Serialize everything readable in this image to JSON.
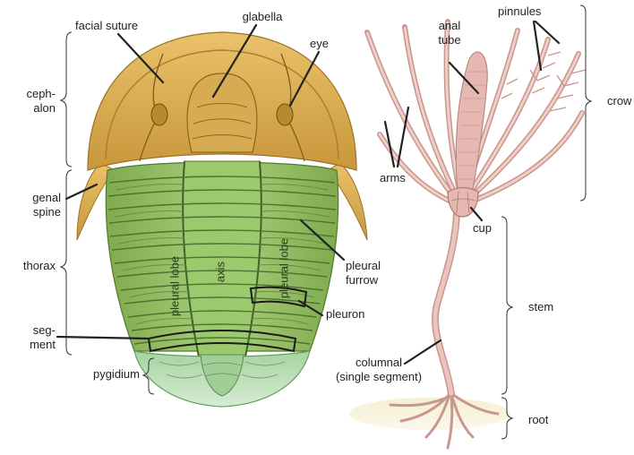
{
  "colors": {
    "cephalon": "#e2b85a",
    "cephalon_dark": "#b88a2e",
    "thorax": "#9cc36a",
    "thorax_dark": "#4f7a32",
    "pygidium": "#b9dcb4",
    "crinoid": "#e7b8b1",
    "crinoid_dark": "#b98880",
    "line": "#222222"
  },
  "trilobite": {
    "labels": {
      "facial_suture": "facial suture",
      "glabella": "glabella",
      "eye": "eye",
      "cephalon_1": "ceph-",
      "cephalon_2": "alon",
      "genal_spine_1": "genal",
      "genal_spine_2": "spine",
      "thorax": "thorax",
      "segment_1": "seg-",
      "segment_2": "ment",
      "pygidium": "pygidium",
      "pleural_lobe_left": "pleural lobe",
      "axis": "axis",
      "pleural_lobe_right": "pleural lobe",
      "pleural_furrow_1": "pleural",
      "pleural_furrow_2": "furrow",
      "pleuron": "pleuron"
    }
  },
  "crinoid": {
    "labels": {
      "anal_tube_1": "anal",
      "anal_tube_2": "tube",
      "pinnules": "pinnules",
      "crown": "crow",
      "arms": "arms",
      "cup": "cup",
      "stem": "stem",
      "columnal_1": "columnal",
      "columnal_2": "(single segment)",
      "root": "root"
    }
  }
}
